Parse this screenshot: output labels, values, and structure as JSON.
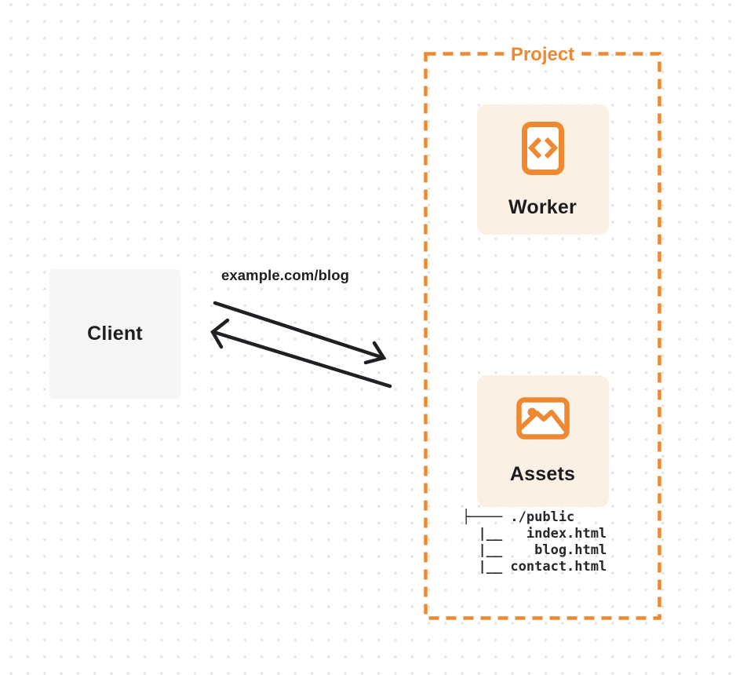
{
  "diagram": {
    "client": {
      "label": "Client"
    },
    "request": {
      "url_label": "example.com/blog"
    },
    "project": {
      "label": "Project",
      "worker": {
        "label": "Worker",
        "icon": "code-file-icon"
      },
      "assets": {
        "label": "Assets",
        "icon": "image-icon",
        "file_tree": [
          "├──── ./public",
          "  |__   index.html",
          "  |__    blog.html",
          "  |__ contact.html"
        ]
      }
    },
    "colors": {
      "accent_orange": "#ee8831",
      "card_background": "#fbf0e3",
      "client_background": "#f5f5f6",
      "arrow": "#202024",
      "text_dark": "#1f1f23",
      "dot_grid": "#e4e4e7"
    }
  }
}
